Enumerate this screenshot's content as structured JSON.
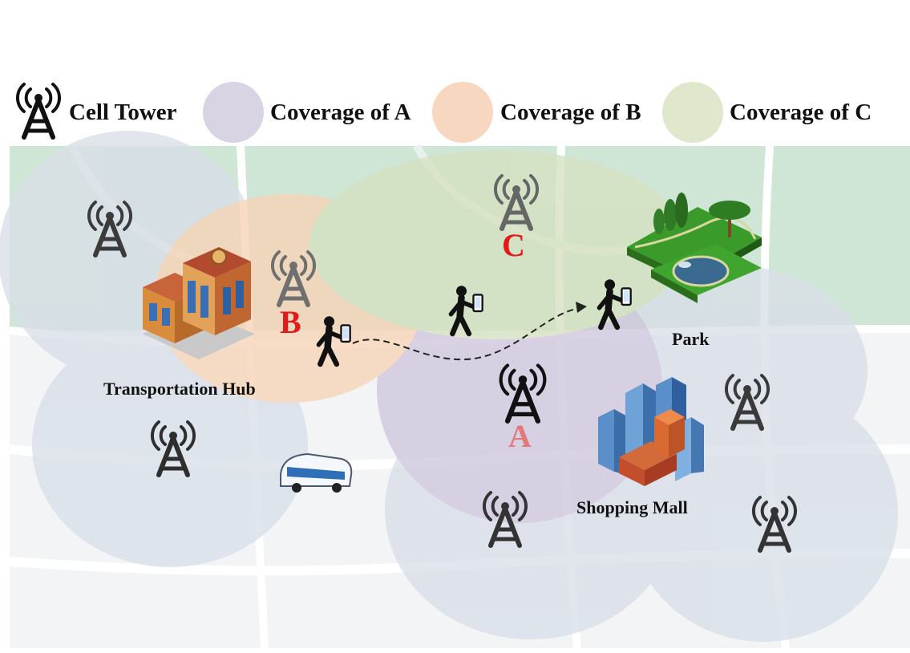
{
  "legend": {
    "cell_tower": "Cell Tower",
    "coverage_a": "Coverage of A",
    "coverage_b": "Coverage of B",
    "coverage_c": "Coverage of C"
  },
  "cells": {
    "a": "A",
    "b": "B",
    "c": "C"
  },
  "places": {
    "transportation_hub": "Transportation Hub",
    "park": "Park",
    "shopping_mall": "Shopping Mall"
  },
  "colors": {
    "coverage_a": "#cfc6dd",
    "coverage_b": "#f7d3b7",
    "coverage_c": "#d5e1c0",
    "coverage_other": "#d9dfe8",
    "map_green": "#d0e8d8",
    "label_red": "#e31a1c",
    "label_pink": "#e07a7a",
    "tower": "#333333"
  },
  "icons": [
    "cell-tower-icon",
    "person-phone-icon",
    "bus-icon",
    "building-icon",
    "park-icon",
    "mall-icon"
  ]
}
